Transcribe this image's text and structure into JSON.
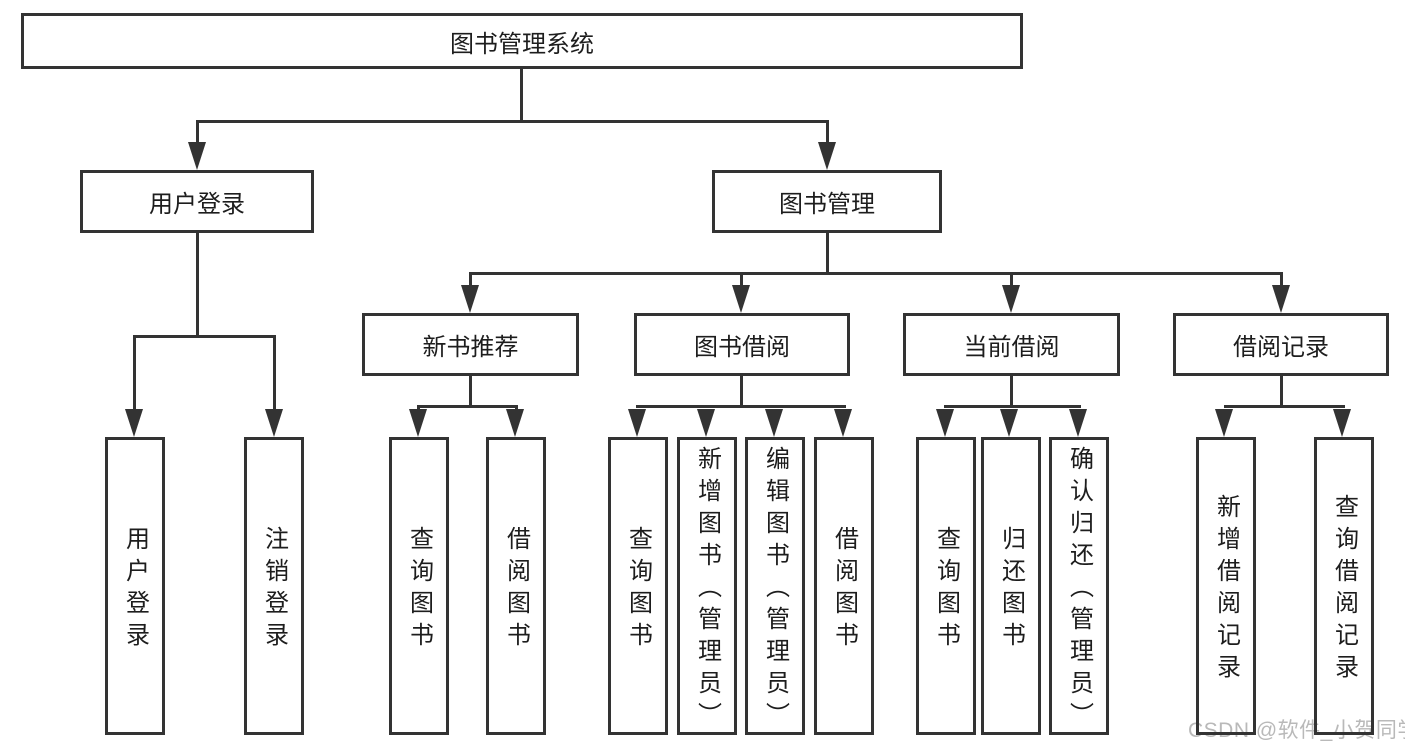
{
  "colors": {
    "line": "#333333",
    "text": "#1d1d1d",
    "watermark": "#b9b9b9",
    "background": "#ffffff"
  },
  "watermark": {
    "text": "CSDN @软件_小贺同学"
  },
  "nodes": {
    "root": {
      "label": "图书管理系统"
    },
    "l2_user_login": {
      "label": "用户登录"
    },
    "l2_book_mgmt": {
      "label": "图书管理"
    },
    "l3_new_book_rec": {
      "label": "新书推荐"
    },
    "l3_book_borrow": {
      "label": "图书借阅"
    },
    "l3_current_borrow": {
      "label": "当前借阅"
    },
    "l3_borrow_record": {
      "label": "借阅记录"
    },
    "leaf_user_login": {
      "label": "用户登录"
    },
    "leaf_logout": {
      "label": "注销登录"
    },
    "leaf_rec_query_book": {
      "label": "查询图书"
    },
    "leaf_rec_borrow_book": {
      "label": "借阅图书"
    },
    "leaf_bb_query_book": {
      "label": "查询图书"
    },
    "leaf_bb_add_book": {
      "label": "新增图书（管理员）"
    },
    "leaf_bb_edit_book": {
      "label": "编辑图书（管理员）"
    },
    "leaf_bb_borrow_book": {
      "label": "借阅图书"
    },
    "leaf_cb_query_book": {
      "label": "查询图书"
    },
    "leaf_cb_return_book": {
      "label": "归还图书"
    },
    "leaf_cb_confirm_return": {
      "label": "确认归还（管理员）"
    },
    "leaf_br_add_record": {
      "label": "新增借阅记录"
    },
    "leaf_br_query_record": {
      "label": "查询借阅记录"
    }
  },
  "hierarchy": {
    "图书管理系统": {
      "用户登录": [
        "用户登录",
        "注销登录"
      ],
      "图书管理": {
        "新书推荐": [
          "查询图书",
          "借阅图书"
        ],
        "图书借阅": [
          "查询图书",
          "新增图书（管理员）",
          "编辑图书（管理员）",
          "借阅图书"
        ],
        "当前借阅": [
          "查询图书",
          "归还图书",
          "确认归还（管理员）"
        ],
        "借阅记录": [
          "新增借阅记录",
          "查询借阅记录"
        ]
      }
    }
  }
}
